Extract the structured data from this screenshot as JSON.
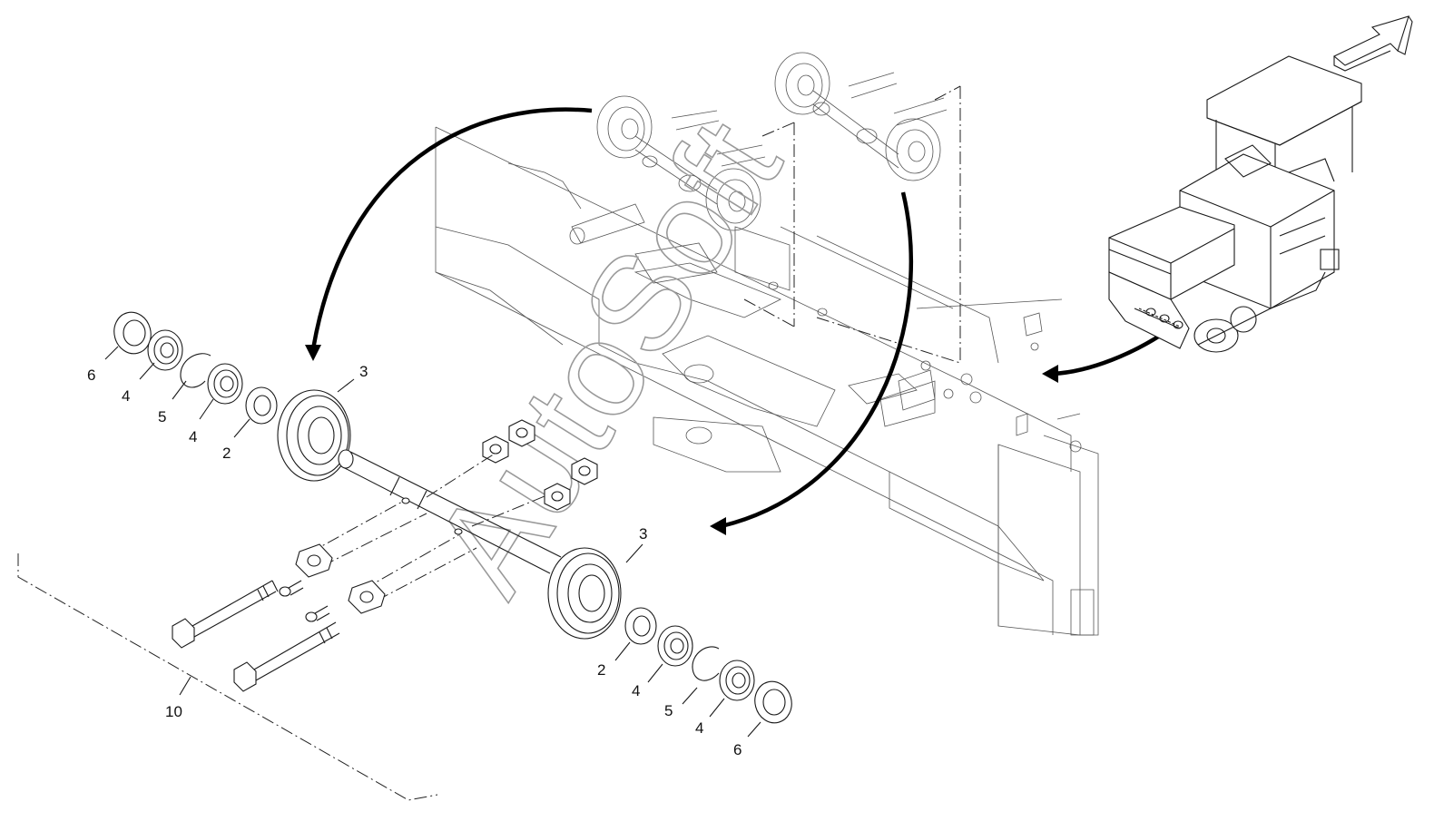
{
  "watermark": "AutoSoft",
  "callouts": {
    "left_group": {
      "c1": "6",
      "c2": "4",
      "c3": "5",
      "c4": "4",
      "c5": "2",
      "c6": "3"
    },
    "right_group": {
      "c1": "3",
      "c2": "2",
      "c3": "4",
      "c4": "5",
      "c5": "4",
      "c6": "6"
    },
    "assembly": "10"
  },
  "icons": [
    "view-direction-arrow-icon",
    "paver-machine-icon",
    "curved-pointer-arrow-icon"
  ]
}
